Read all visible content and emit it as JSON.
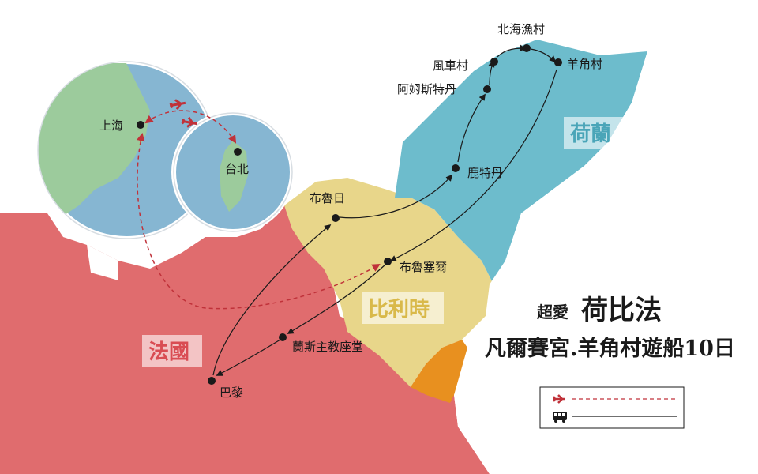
{
  "title": {
    "prefix": "超愛",
    "main": "荷比法",
    "subtitle": "凡爾賽宮.羊角村遊船10日"
  },
  "countries": {
    "netherlands": "荷蘭",
    "belgium": "比利時",
    "france": "法國"
  },
  "cities": {
    "beihai": "北海漁村",
    "fengche": "風車村",
    "yangjiao": "羊角村",
    "amsterdam": "阿姆斯特丹",
    "delft": "鹿特丹",
    "bruges": "布魯日",
    "brussels": "布魯塞爾",
    "reims": "蘭斯主教座堂",
    "paris": "巴黎",
    "shanghai": "上海",
    "taipei": "台北"
  },
  "colors": {
    "sea": "#ffffff",
    "netherlands": "#6dbccc",
    "belgium": "#e8d68a",
    "france": "#e06c6e",
    "germany_strip": "#e8901f",
    "inset_sea": "#86b6d2",
    "inset_land": "#9ccb9c",
    "flight_route": "#c0323a",
    "bus_route": "#1a1a1a"
  },
  "legend": [
    {
      "icon": "airplane-icon",
      "line": "dashed"
    },
    {
      "icon": "bus-icon",
      "line": "solid"
    }
  ]
}
